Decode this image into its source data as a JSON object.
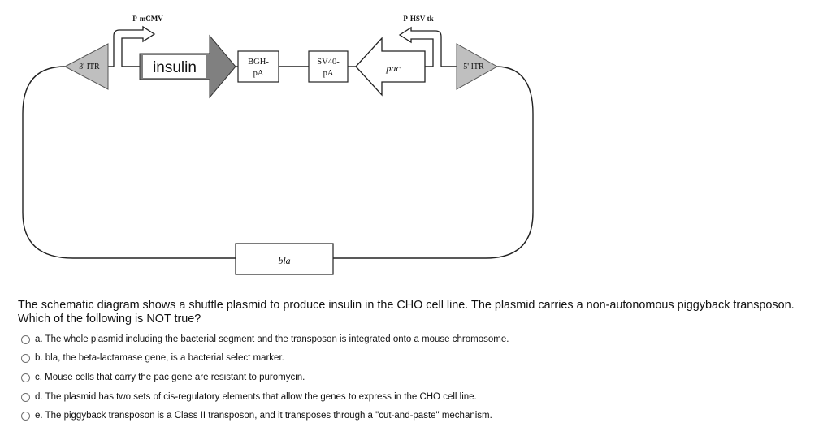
{
  "diagram": {
    "labels": {
      "p_mcmv": "P-mCMV",
      "p_hsv_tk": "P-HSV-tk",
      "itr3": "3' ITR",
      "itr5": "5' ITR",
      "insulin": "insulin",
      "bgh_line1": "BGH-",
      "bgh_line2": "pA",
      "sv40_line1": "SV40-",
      "sv40_line2": "pA",
      "pac": "pac",
      "bla": "bla"
    },
    "colors": {
      "line": "#222222",
      "itr_fill": "#bfbfbf",
      "insulin_fill": "#808080",
      "box_fill": "#ffffff"
    }
  },
  "question": {
    "text": "The schematic diagram shows a shuttle plasmid to produce insulin in the CHO cell line. The plasmid carries a non-autonomous piggyback transposon. Which of the following is NOT true?",
    "options": [
      "a. The whole plasmid including the bacterial segment and the transposon is integrated onto a mouse chromosome.",
      "b. bla, the beta-lactamase gene, is a bacterial select marker.",
      "c. Mouse cells that carry the pac gene are resistant to puromycin.",
      "d. The plasmid has two sets of cis-regulatory elements that allow the genes to express in the CHO cell line.",
      "e. The piggyback transposon is a Class II transposon, and it transposes through a \"cut-and-paste\" mechanism."
    ]
  }
}
